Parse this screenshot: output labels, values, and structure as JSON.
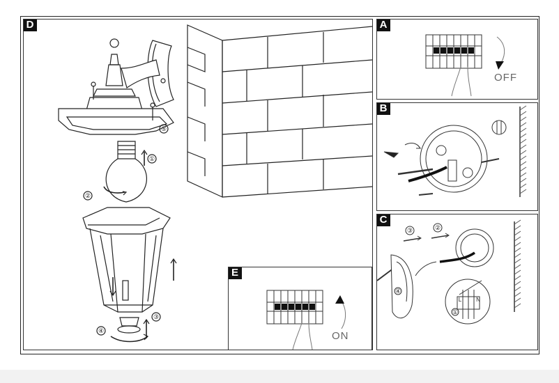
{
  "panels": {
    "D": {
      "letter": "D"
    },
    "A": {
      "letter": "A",
      "switch_label": "OFF"
    },
    "B": {
      "letter": "B"
    },
    "C": {
      "letter": "C"
    },
    "E": {
      "letter": "E",
      "switch_label": "ON"
    }
  },
  "steps_D": [
    "①",
    "②",
    "③",
    "④",
    "⑤"
  ],
  "steps_C": [
    "③",
    "②",
    "④",
    "①"
  ],
  "terminal_labels": {
    "L": "L",
    "N": "N"
  },
  "bottom_bar_color": "#f2f2f2"
}
